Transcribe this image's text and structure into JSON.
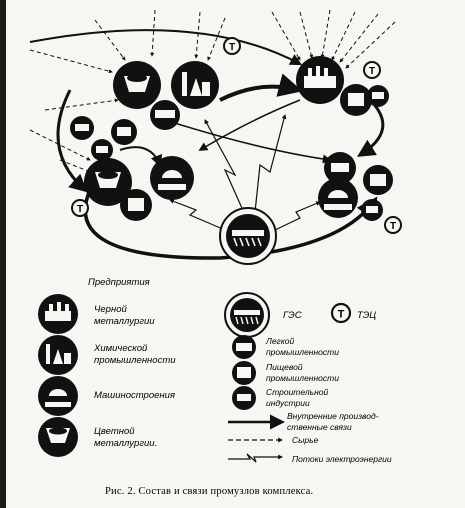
{
  "legend": {
    "heading": "Предприятия",
    "black_metallurgy": "Черной металлургии",
    "chemical": "Химической промышленности",
    "machine_building": "Машиностроения",
    "nonferrous": "Цветной металлургии.",
    "hydro_plant": "ГЭС",
    "thermal_plant": "ТЭЦ",
    "light_industry": "Легкой промышленности",
    "food_industry": "Пищевой промышленности",
    "construction": "Строительной индустрии",
    "internal_links": "Внутренние производственные связи",
    "raw_materials": "Сырье",
    "power_flows": "Потоки электроэнергии"
  },
  "diagram": {
    "thermal_marker": "Т"
  },
  "caption": "Рис. 2. Состав и связи промузлов комплекса."
}
